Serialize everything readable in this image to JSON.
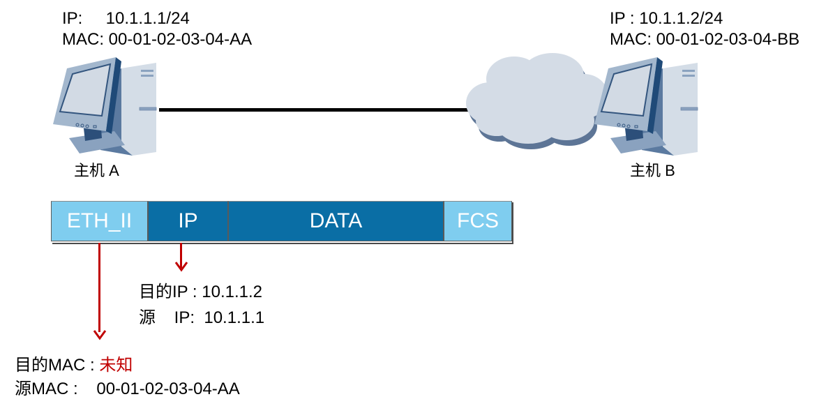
{
  "host_a": {
    "label": "主机 A",
    "ip_line": "IP:     10.1.1.1/24",
    "mac_line": "MAC: 00-01-02-03-04-AA",
    "icon": "desktop-computer-icon"
  },
  "host_b": {
    "label": "主机 B",
    "ip_line": "IP : 10.1.1.2/24",
    "mac_line": "MAC: 00-01-02-03-04-BB",
    "icon": "desktop-computer-icon"
  },
  "network": {
    "icon": "cloud-icon"
  },
  "frame": {
    "fields": [
      {
        "label": "ETH_II",
        "color": "#7fcdef"
      },
      {
        "label": "IP",
        "color": "#0a6ea5"
      },
      {
        "label": "DATA",
        "color": "#0a6ea5"
      },
      {
        "label": "FCS",
        "color": "#7fcdef"
      }
    ]
  },
  "ip_header": {
    "dst_label": "目的IP : ",
    "dst_value": "10.1.1.2",
    "src_label": "源    IP:  ",
    "src_value": "10.1.1.1"
  },
  "eth_header": {
    "dst_label": "目的MAC : ",
    "dst_value": "未知",
    "src_label": "源MAC :    ",
    "src_value": "00-01-02-03-04-AA"
  },
  "colors": {
    "arrow": "#c00000",
    "unknown_value": "#c00000",
    "light_field": "#7fcdef",
    "dark_field": "#0a6ea5"
  }
}
